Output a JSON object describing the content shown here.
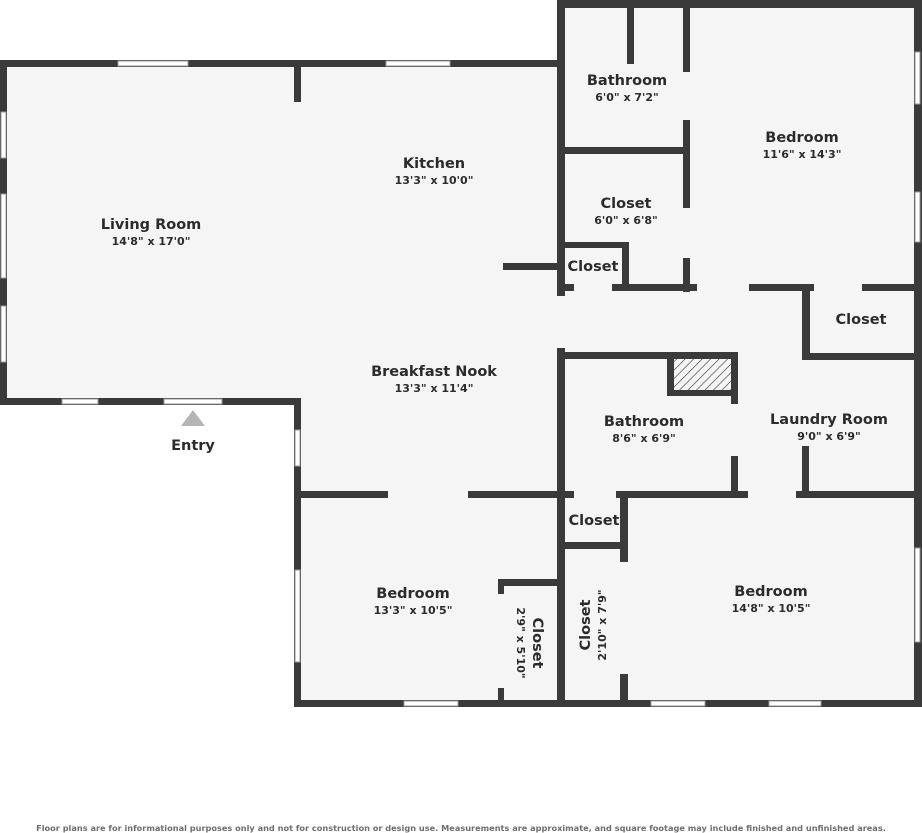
{
  "rooms": {
    "living_room": {
      "name": "Living Room",
      "dims": "14'8\" x 17'0\""
    },
    "kitchen": {
      "name": "Kitchen",
      "dims": "13'3\" x 10'0\""
    },
    "breakfast_nook": {
      "name": "Breakfast Nook",
      "dims": "13'3\" x 11'4\""
    },
    "bathroom_top": {
      "name": "Bathroom",
      "dims": "6'0\" x 7'2\""
    },
    "bedroom_top": {
      "name": "Bedroom",
      "dims": "11'6\" x 14'3\""
    },
    "closet_mid": {
      "name": "Closet",
      "dims": "6'0\" x 6'8\""
    },
    "closet_small": {
      "name": "Closet"
    },
    "closet_right": {
      "name": "Closet"
    },
    "bathroom_mid": {
      "name": "Bathroom",
      "dims": "8'6\" x 6'9\""
    },
    "laundry_room": {
      "name": "Laundry Room",
      "dims": "9'0\" x 6'9\""
    },
    "closet_lower": {
      "name": "Closet"
    },
    "bedroom_left": {
      "name": "Bedroom",
      "dims": "13'3\" x 10'5\""
    },
    "closet_bed_left": {
      "name": "Closet",
      "dims": "2'9\" x 5'10\""
    },
    "closet_vertical": {
      "name": "Closet",
      "dims": "2'10\" x 7'9\""
    },
    "bedroom_right": {
      "name": "Bedroom",
      "dims": "14'8\" x 10'5\""
    }
  },
  "entry": {
    "label": "Entry"
  },
  "disclaimer": "Floor plans are for informational purposes only and not for construction or design use. Measurements are approximate, and square footage may include finished and unfinished areas.",
  "colors": {
    "wall": "#3a3a3a",
    "floor": "#f5f5f5",
    "text": "#2b2b2b"
  }
}
